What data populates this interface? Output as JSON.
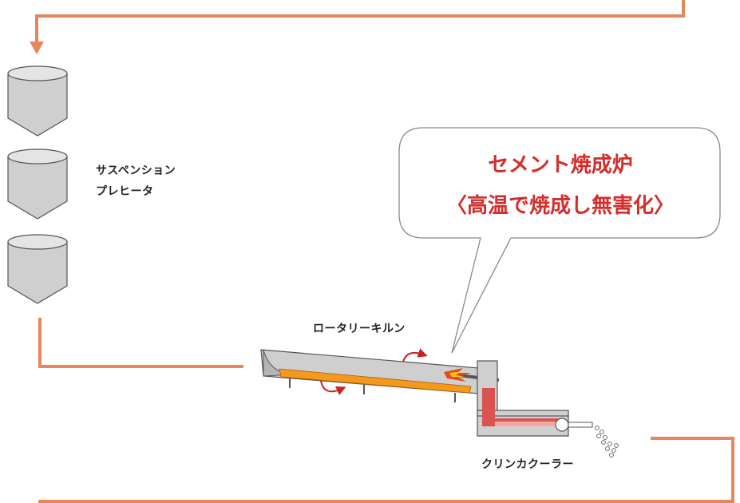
{
  "labels": {
    "preheater_line1": "サスペンション",
    "preheater_line2": "プレヒータ",
    "kiln": "ロータリーキルン",
    "cooler": "クリンカクーラー"
  },
  "callout": {
    "title": "セメント焼成炉",
    "subtitle": "〈高温で焼成し無害化〉"
  },
  "colors": {
    "flow_line": "#e8855a",
    "callout_text": "#d52c2c",
    "vessel_fill": "#cfcfcf",
    "vessel_stroke": "#555555",
    "material": "#f39a1e",
    "rotation_arrow": "#cc1f1f",
    "cooler_hot": "#d9534f"
  },
  "icons": [
    "flow-arrow-down-icon",
    "rotation-arrow-icon",
    "flame-icon"
  ]
}
